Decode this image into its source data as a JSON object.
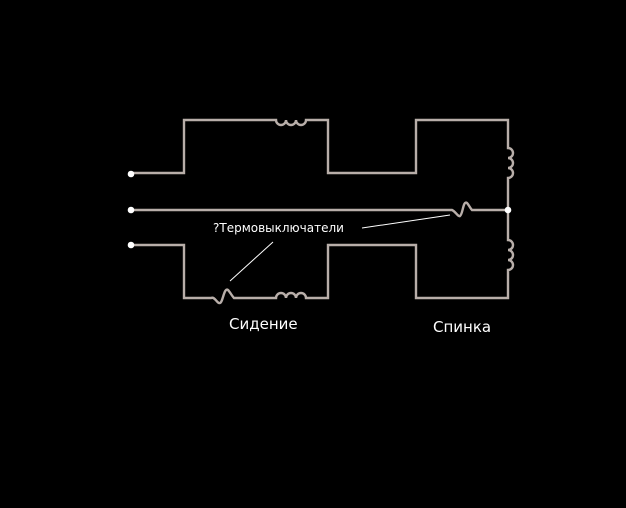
{
  "labels": {
    "thermal_switches": "?Термовыключатели",
    "seat": "Сидение",
    "back": "Спинка"
  },
  "colors": {
    "background": "#000000",
    "wire": "#b8aea9",
    "terminal": "#ffffff",
    "text": "#ffffff"
  }
}
